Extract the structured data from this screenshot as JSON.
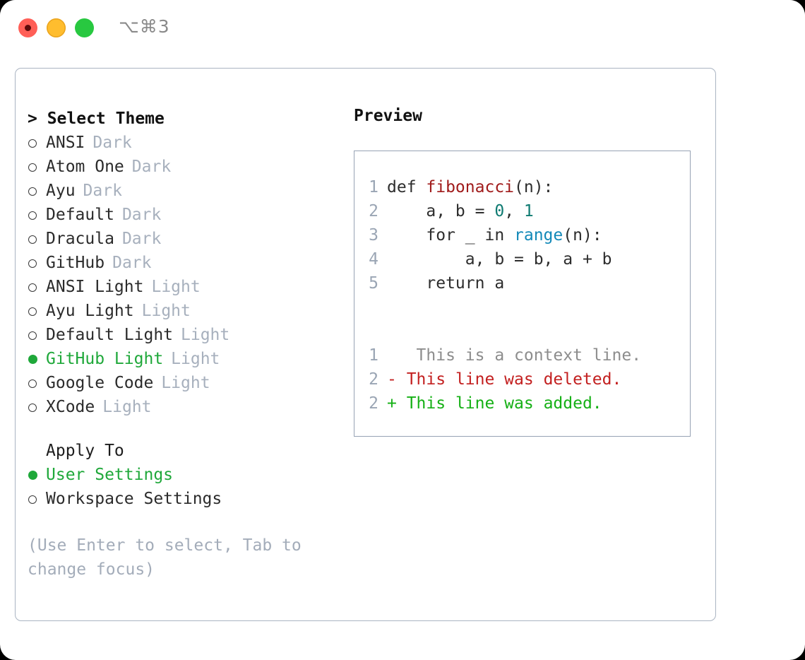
{
  "titlebar": {
    "shortcut": "⌥⌘3",
    "lights": [
      {
        "name": "close",
        "color": "#FF5F57"
      },
      {
        "name": "minimize",
        "color": "#FFBD2E"
      },
      {
        "name": "zoom",
        "color": "#28C840"
      }
    ]
  },
  "theme_picker": {
    "header": "> Select Theme",
    "items": [
      {
        "marker": "ring",
        "label": "ANSI",
        "tag": "Dark",
        "selected": false
      },
      {
        "marker": "ring",
        "label": "Atom One",
        "tag": "Dark",
        "selected": false
      },
      {
        "marker": "ring",
        "label": "Ayu",
        "tag": "Dark",
        "selected": false
      },
      {
        "marker": "ring",
        "label": "Default",
        "tag": "Dark",
        "selected": false
      },
      {
        "marker": "ring",
        "label": "Dracula",
        "tag": "Dark",
        "selected": false
      },
      {
        "marker": "ring",
        "label": "GitHub",
        "tag": "Dark",
        "selected": false
      },
      {
        "marker": "ring",
        "label": "ANSI Light",
        "tag": "Light",
        "selected": false
      },
      {
        "marker": "ring",
        "label": "Ayu Light",
        "tag": "Light",
        "selected": false
      },
      {
        "marker": "ring",
        "label": "Default Light",
        "tag": "Light",
        "selected": false
      },
      {
        "marker": "dot",
        "label": "GitHub Light",
        "tag": "Light",
        "selected": true
      },
      {
        "marker": "ring",
        "label": "Google Code",
        "tag": "Light",
        "selected": false
      },
      {
        "marker": "ring",
        "label": "XCode",
        "tag": "Light",
        "selected": false
      }
    ]
  },
  "apply_to": {
    "title": "Apply To",
    "options": [
      {
        "marker": "dot",
        "label": "User Settings",
        "selected": true
      },
      {
        "marker": "ring",
        "label": "Workspace Settings",
        "selected": false
      }
    ]
  },
  "hint": "(Use Enter to select, Tab to change focus)",
  "preview": {
    "title": "Preview",
    "code_lines": [
      {
        "no": "1",
        "parts": [
          {
            "t": "def ",
            "c": "plain"
          },
          {
            "t": "fibonacci",
            "c": "fn"
          },
          {
            "t": "(n):",
            "c": "plain"
          }
        ]
      },
      {
        "no": "2",
        "parts": [
          {
            "t": "    a, b = ",
            "c": "plain"
          },
          {
            "t": "0",
            "c": "num"
          },
          {
            "t": ", ",
            "c": "plain"
          },
          {
            "t": "1",
            "c": "num"
          }
        ]
      },
      {
        "no": "3",
        "parts": [
          {
            "t": "    for _ in ",
            "c": "plain"
          },
          {
            "t": "range",
            "c": "call"
          },
          {
            "t": "(n):",
            "c": "plain"
          }
        ]
      },
      {
        "no": "4",
        "parts": [
          {
            "t": "        a, b = b, a + b",
            "c": "plain"
          }
        ]
      },
      {
        "no": "5",
        "parts": [
          {
            "t": "    return a",
            "c": "plain"
          }
        ]
      }
    ],
    "diff_lines": [
      {
        "no": "1",
        "sign": " ",
        "text": "  This is a context line.",
        "kind": "ctx"
      },
      {
        "no": "2",
        "sign": "-",
        "text": " This line was deleted.",
        "kind": "del"
      },
      {
        "no": "2",
        "sign": "+",
        "text": " This line was added.",
        "kind": "add"
      }
    ]
  },
  "colors": {
    "accent_green": "#1fa83a",
    "muted": "#a7b0bd",
    "border": "#aab4c2",
    "preview_border": "#97a3b4",
    "fn_red": "#a01b1b",
    "num_teal": "#0f7b72",
    "call_blue": "#1389b8",
    "diff_del": "#c32020",
    "diff_add": "#15b015"
  }
}
